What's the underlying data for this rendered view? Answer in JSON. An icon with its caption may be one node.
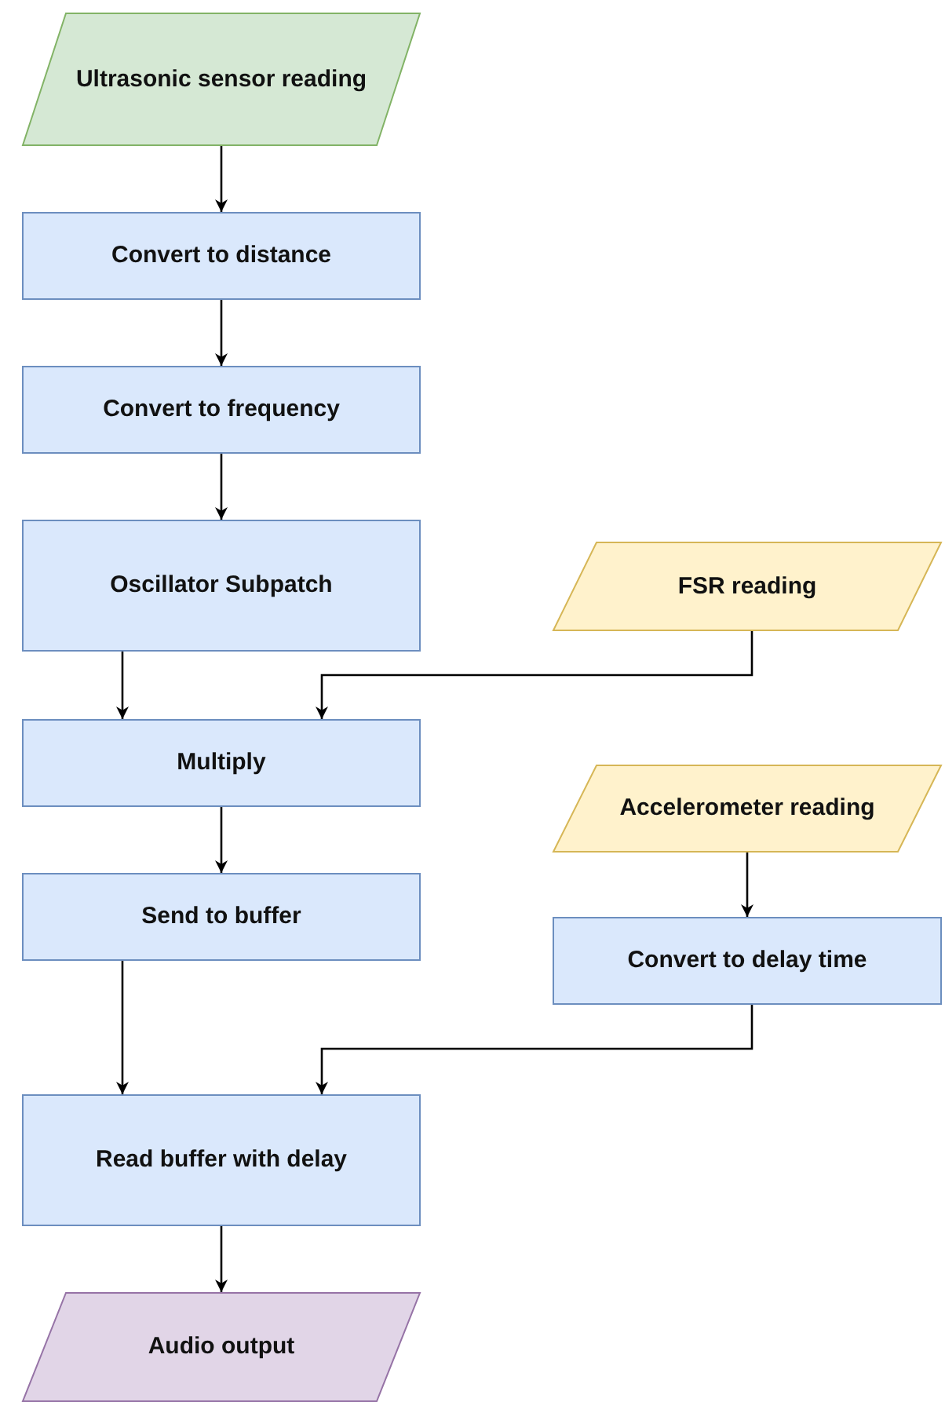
{
  "diagram": {
    "nodes": [
      {
        "text": [
          "Ultrasonic sensor reading"
        ]
      },
      {
        "text": [
          "Convert to distance"
        ]
      },
      {
        "text": [
          "Convert to frequency"
        ]
      },
      {
        "text": [
          "Oscillator Subpatch"
        ]
      },
      {
        "text": [
          "FSR reading"
        ]
      },
      {
        "text": [
          "Multiply"
        ]
      },
      {
        "text": [
          "Accelerometer reading"
        ]
      },
      {
        "text": [
          "Send to buffer"
        ]
      },
      {
        "text": [
          "Convert to delay time"
        ]
      },
      {
        "text": [
          "Read buffer with delay"
        ]
      },
      {
        "text": [
          "Audio output"
        ]
      }
    ],
    "edges": [
      {
        "from": 0,
        "to": 1,
        "arrow": "to"
      },
      {
        "from": 1,
        "to": 2,
        "arrow": "to"
      },
      {
        "from": 2,
        "to": 3,
        "arrow": "to"
      },
      {
        "from": 3,
        "to": 5,
        "arrow": "to"
      },
      {
        "from": 4,
        "to": 5,
        "arrow": "to"
      },
      {
        "from": 5,
        "to": 7,
        "arrow": "to"
      },
      {
        "from": 6,
        "to": 8,
        "arrow": "to"
      },
      {
        "from": 7,
        "to": 9,
        "arrow": "to"
      },
      {
        "from": 8,
        "to": 9,
        "arrow": "to"
      },
      {
        "from": 9,
        "to": 10,
        "arrow": "to"
      }
    ]
  }
}
